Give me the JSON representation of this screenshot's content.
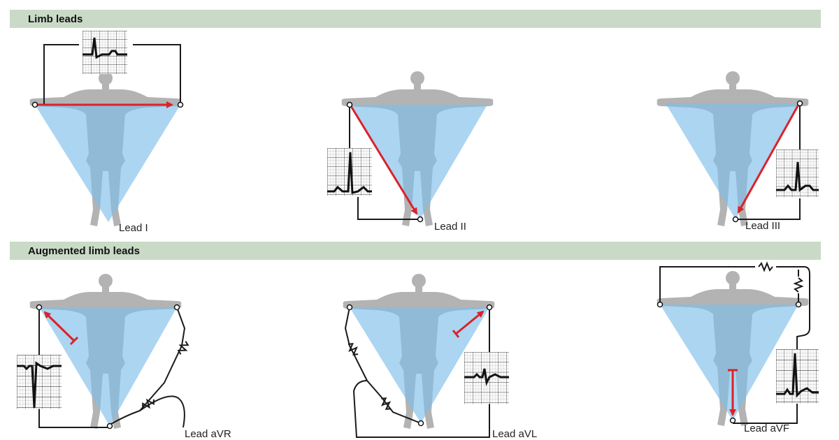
{
  "sections": [
    {
      "title": "Limb leads"
    },
    {
      "title": "Augmented limb leads"
    }
  ],
  "panels": [
    {
      "label": "Lead I"
    },
    {
      "label": "Lead II"
    },
    {
      "label": "Lead III"
    },
    {
      "label": "Lead aVR"
    },
    {
      "label": "Lead aVL"
    },
    {
      "label": "Lead aVF"
    }
  ],
  "colors": {
    "section_band": "#c9dac7",
    "body": "#b3b3b3",
    "triangle": "#7fbfe9",
    "vector": "#d9232a",
    "wire": "#1a1a1a"
  },
  "icons": [
    "human-figure-icon",
    "ecg-trace-icon",
    "resistor-icon",
    "electrode-icon",
    "vector-arrow-icon"
  ]
}
